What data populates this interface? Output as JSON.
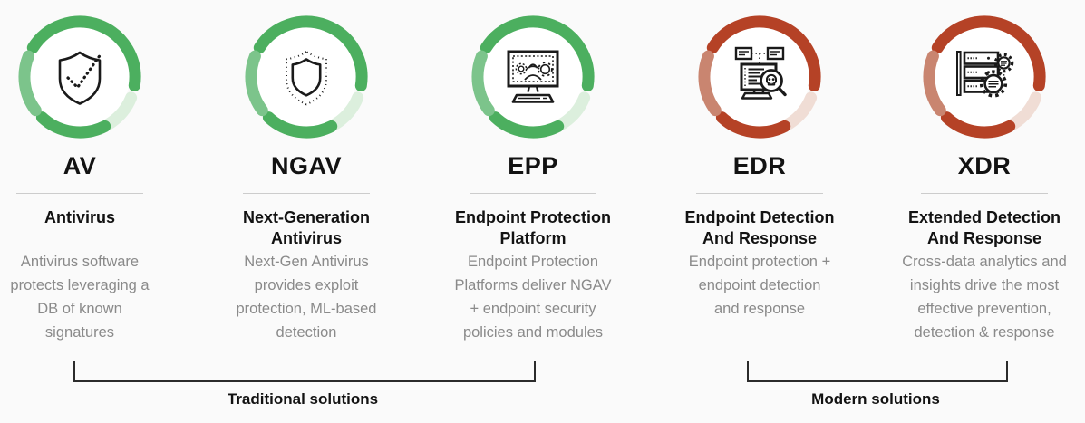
{
  "colors": {
    "background": "#fafafa",
    "green": "#4caf5f",
    "green_light": "#dcefdd",
    "green_mid": "#7cc48b",
    "red": "#b54226",
    "red_light": "#f0ddd5",
    "red_mid": "#c98570",
    "divider": "#cccccc",
    "description_text": "#8a8a8a",
    "heading_text": "#121212",
    "bracket": "#2b2b2b"
  },
  "cards": [
    {
      "acronym": "AV",
      "name": "Antivirus",
      "description": "Antivirus software\nprotects leveraging a\nDB of known\nsignatures",
      "theme": "green",
      "icon": "shield-check-icon"
    },
    {
      "acronym": "NGAV",
      "name": "Next-Generation\nAntivirus",
      "description": "Next-Gen Antivirus\nprovides exploit\nprotection, ML-based\ndetection",
      "theme": "green",
      "icon": "double-shield-icon"
    },
    {
      "acronym": "EPP",
      "name": "Endpoint Protection\nPlatform",
      "description": "Endpoint Protection\nPlatforms deliver NGAV\n+ endpoint security\npolicies and modules",
      "theme": "green",
      "icon": "monitor-threats-icon"
    },
    {
      "acronym": "EDR",
      "name": "Endpoint Detection\nAnd Response",
      "description": "Endpoint protection +\nendpoint detection\nand response",
      "theme": "red",
      "icon": "monitor-skull-magnifier-icon"
    },
    {
      "acronym": "XDR",
      "name": "Extended Detection\nAnd Response",
      "description": "Cross-data analytics and\ninsights drive the most\neffective prevention,\ndetection & response",
      "theme": "red",
      "icon": "server-gears-icon"
    }
  ],
  "groups": [
    {
      "label": "Traditional solutions",
      "members": [
        "AV",
        "NGAV",
        "EPP"
      ]
    },
    {
      "label": "Modern solutions",
      "members": [
        "EDR",
        "XDR"
      ]
    }
  ]
}
